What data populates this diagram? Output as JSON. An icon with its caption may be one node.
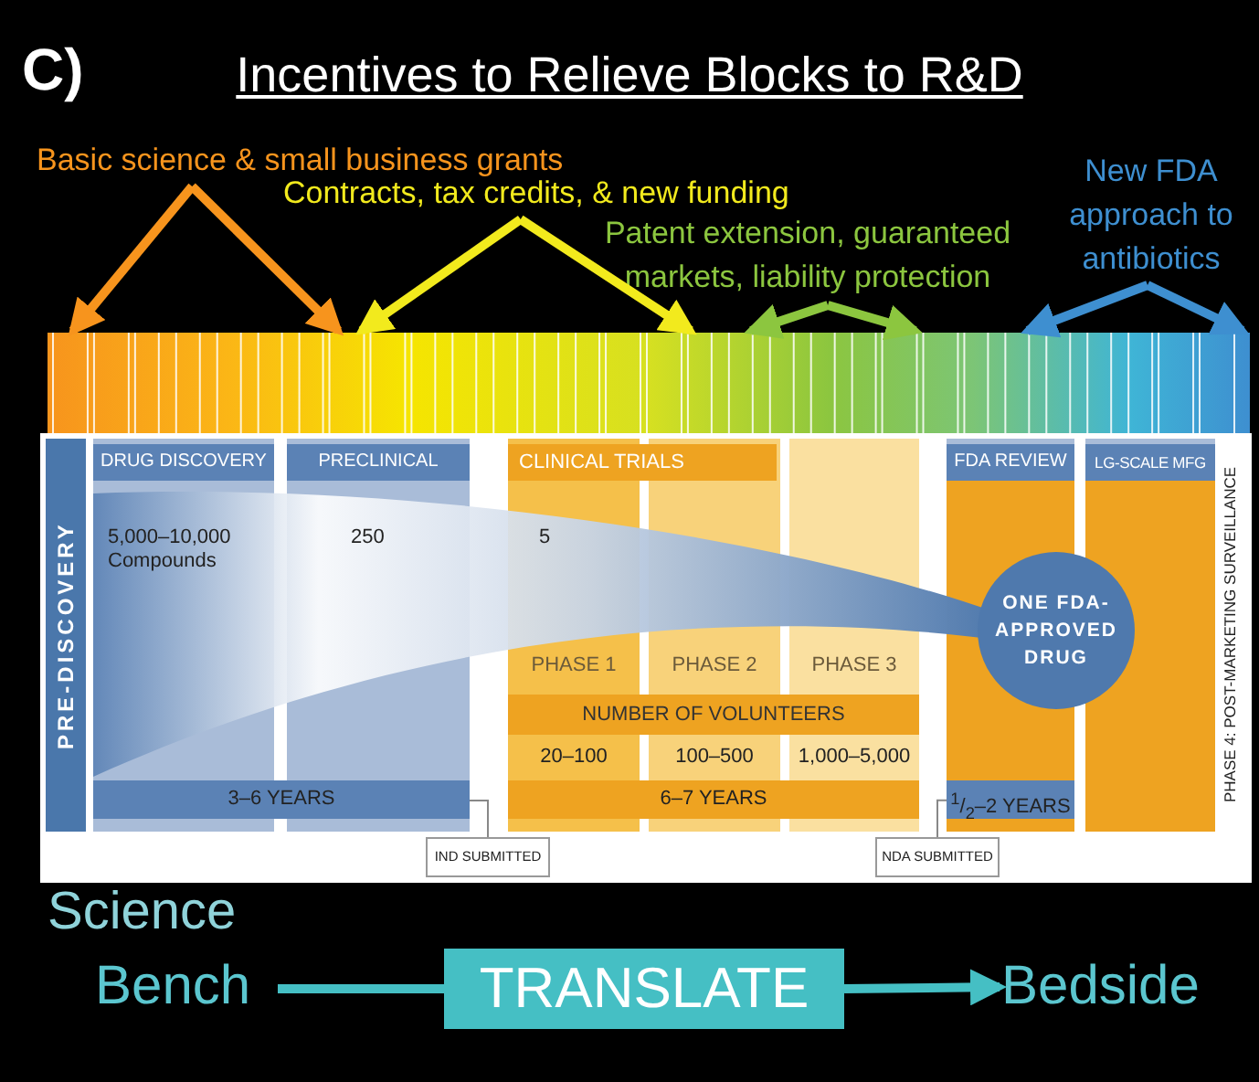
{
  "diagram": {
    "title": "Incentives to Relieve Blocks to R&D",
    "nodes": [
      {
        "text": [
          "Basic science & small business grants"
        ]
      },
      {
        "text": [
          "Contracts, tax credits, & new funding"
        ]
      },
      {
        "text": [
          "Patent extension, guaranteed markets, liability protection"
        ]
      },
      {
        "text": [
          "New FDA approach to antibiotics"
        ]
      },
      {
        "text": [],
        "shape": "bar"
      },
      {
        "text": [
          "PRE-DISCOVERY"
        ]
      },
      {
        "text": [
          "DRUG DISCOVERY",
          "5,000–10,000 Compounds"
        ]
      },
      {
        "text": [
          "PRECLINICAL",
          "250"
        ]
      },
      {
        "text": [
          "CLINICAL TRIALS"
        ]
      },
      {
        "text": [
          "5",
          "PHASE 1",
          "20–100"
        ]
      },
      {
        "text": [
          "PHASE 2",
          "100–500"
        ]
      },
      {
        "text": [
          "PHASE 3",
          "1,000–5,000"
        ]
      },
      {
        "text": [
          "NUMBER OF VOLUNTEERS"
        ]
      },
      {
        "text": [
          "3–6 YEARS"
        ]
      },
      {
        "text": [
          "6–7 YEARS"
        ]
      },
      {
        "text": [
          "FDA REVIEW"
        ]
      },
      {
        "text": [
          "$^{1}$/$_{2}$–2 YEARS"
        ],
        "in": 15
      },
      {
        "text": [
          "LG-SCALE MFG"
        ]
      },
      {
        "text": [
          "ONE FDA-APPROVED DRUG"
        ]
      },
      {
        "text": [
          "IND SUBMITTED"
        ]
      },
      {
        "text": [
          "NDA SUBMITTED"
        ]
      },
      {
        "text": [
          "Bench"
        ]
      },
      {
        "text": [
          "TRANSLATE"
        ]
      },
      {
        "text": [
          "Bedside"
        ]
      }
    ],
    "edges": [
      {
        "from": 0,
        "to": 4,
        "arrow": "to",
        "color": "#f7941d"
      },
      {
        "from": 0,
        "to": 4,
        "arrow": "to",
        "color": "#f7941d"
      },
      {
        "from": 1,
        "to": 4,
        "arrow": "to",
        "color": "#f2ea1d"
      },
      {
        "from": 1,
        "to": 4,
        "arrow": "to",
        "color": "#f2ea1d"
      },
      {
        "from": 2,
        "to": 4,
        "arrow": "to",
        "color": "#8cc63f"
      },
      {
        "from": 2,
        "to": 4,
        "arrow": "to",
        "color": "#8cc63f"
      },
      {
        "from": 3,
        "to": 4,
        "arrow": "to",
        "color": "#3e8fd0"
      },
      {
        "from": 3,
        "to": 4,
        "arrow": "to",
        "color": "#3e8fd0"
      },
      {
        "from": 19,
        "to": 7,
        "arrow": "none",
        "color": "#888888"
      },
      {
        "from": 20,
        "to": 16,
        "arrow": "none",
        "color": "#888888"
      },
      {
        "from": 21,
        "to": 22,
        "arrow": "none",
        "color": "#45bfc4"
      },
      {
        "from": 22,
        "to": 23,
        "arrow": "to",
        "color": "#45bfc4"
      }
    ],
    "labels": [
      "C)",
      "PHASE 4: POST-MARKETING SURVEILLANCE",
      "Science"
    ]
  }
}
